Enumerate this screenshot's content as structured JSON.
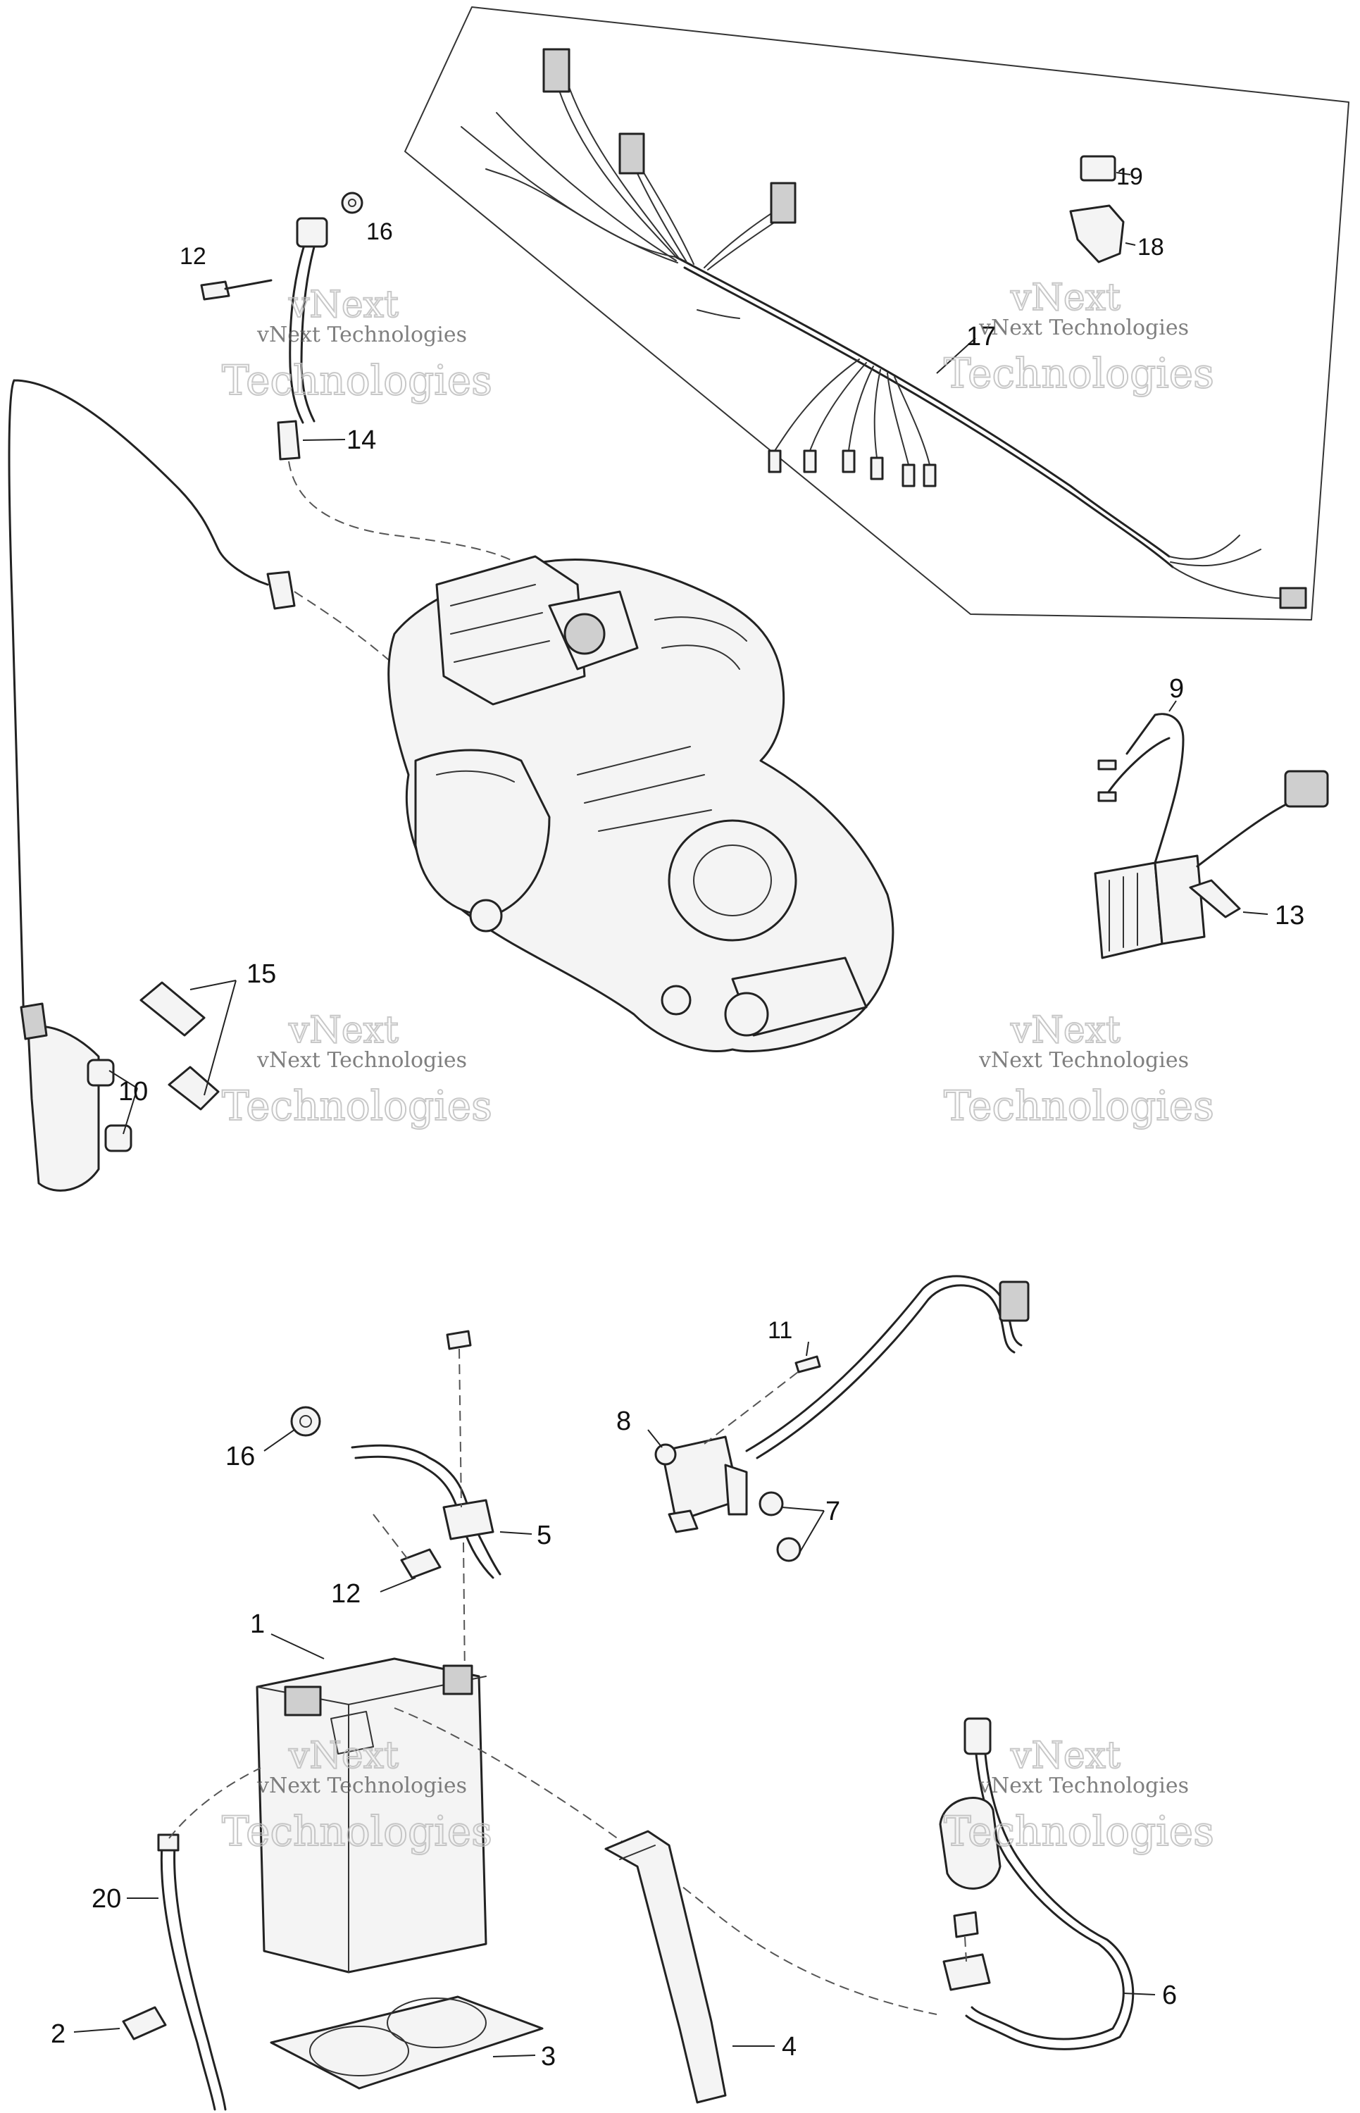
{
  "watermark": {
    "line_company": "vNext Technologies",
    "line_v": "vNext",
    "line_tech": "Technologies"
  },
  "callouts": {
    "c1": "1",
    "c2": "2",
    "c3": "3",
    "c4": "4",
    "c5": "5",
    "c6": "6",
    "c7": "7",
    "c8": "8",
    "c9": "9",
    "c10": "10",
    "c11": "11",
    "c12": "12",
    "c13": "13",
    "c14": "14",
    "c15": "15",
    "c16": "16",
    "c17": "17",
    "c18": "18",
    "c19": "19",
    "c20": "20"
  }
}
